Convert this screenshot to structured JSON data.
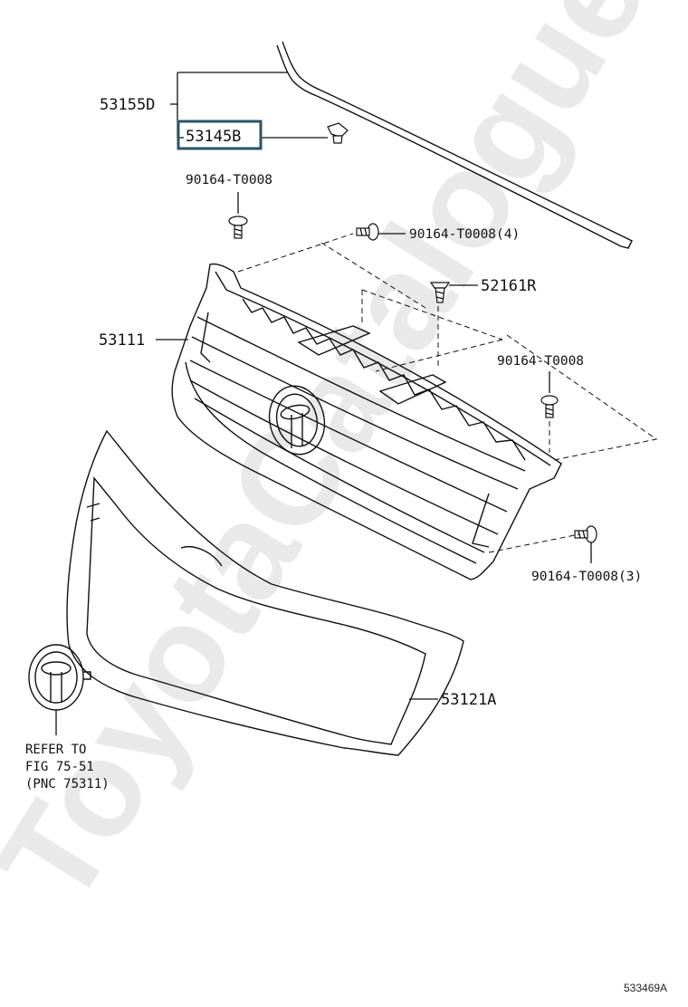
{
  "watermark": "ToyotaCatalogue-Mine.ru",
  "figure_id": "533469A",
  "callouts": {
    "moulding": "53155D",
    "clip_highlighted": "53145B",
    "screw_top": "90164-T0008",
    "screw_top_right": "90164-T0008(4)",
    "clip_center": "52161R",
    "grille": "53111",
    "screw_right": "90164-T0008",
    "screw_bottom": "90164-T0008(3)",
    "surround": "53121A"
  },
  "emblem_note": {
    "line1": "REFER TO",
    "line2": "FIG 75-51",
    "line3": "(PNC 75311)"
  }
}
